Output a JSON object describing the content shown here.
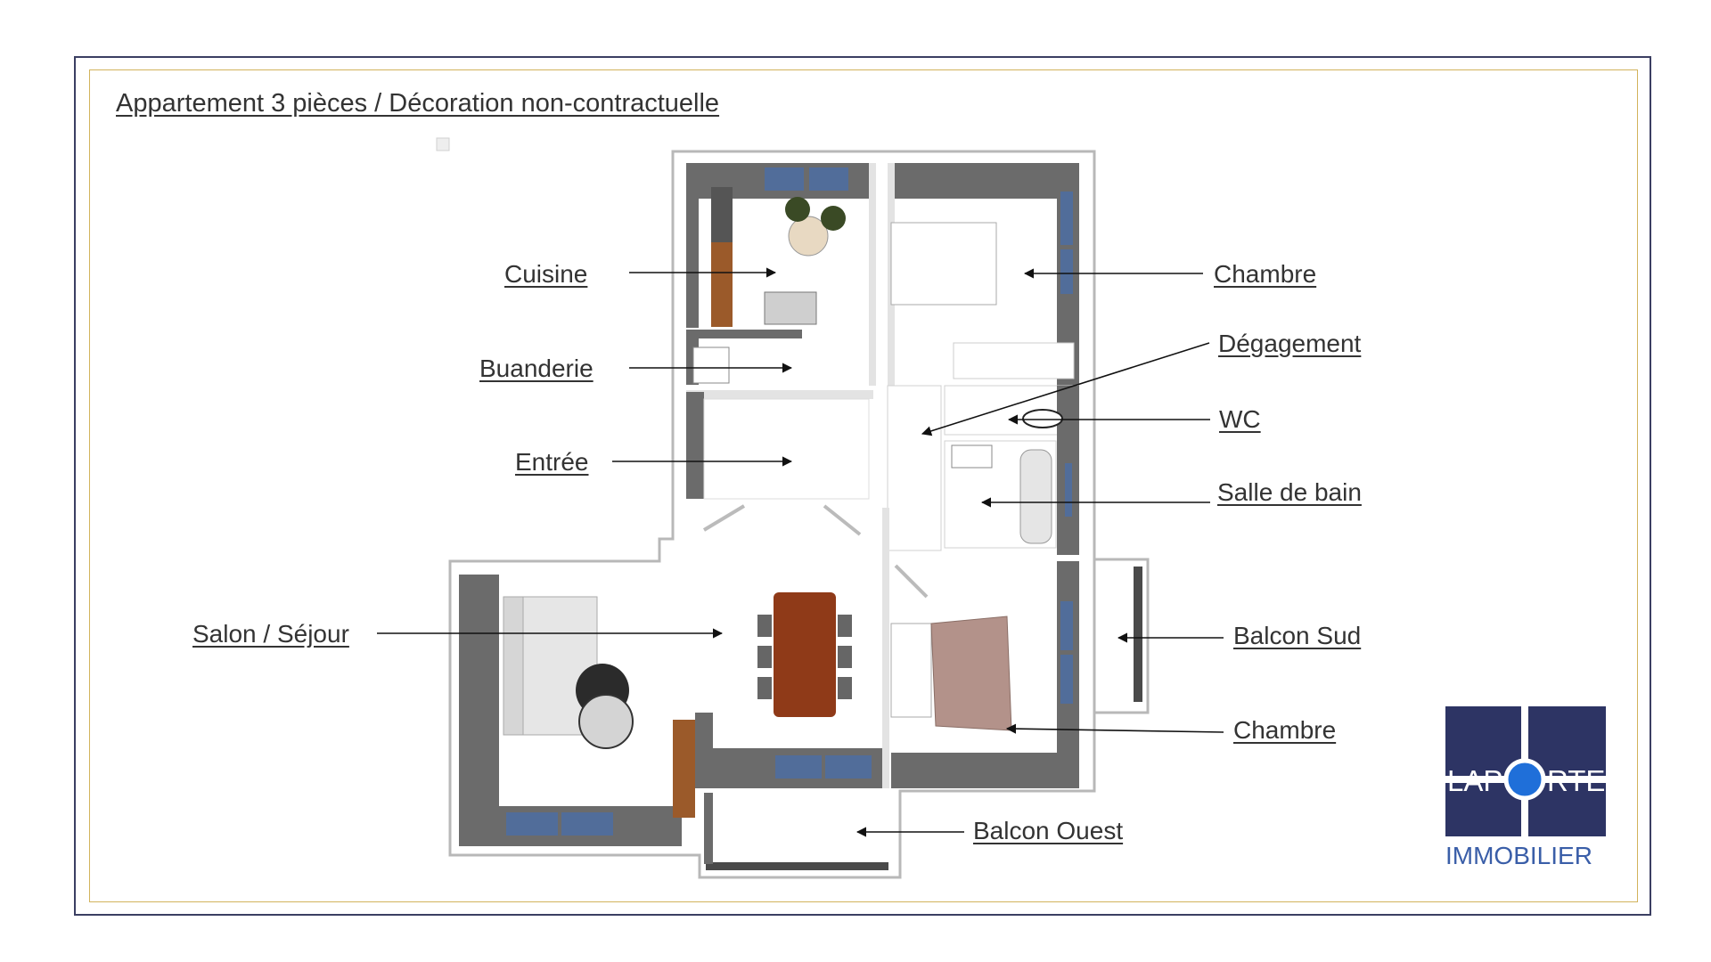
{
  "title": "Appartement 3 pièces / Décoration non-contractuelle",
  "rooms": {
    "cuisine": "Cuisine",
    "buanderie": "Buanderie",
    "entree": "Entrée",
    "salon": "Salon / Séjour",
    "chambre_1": "Chambre",
    "degagement": "Dégagement",
    "wc": "WC",
    "salle_de_bain": "Salle de bain",
    "balcon_sud": "Balcon Sud",
    "chambre_2": "Chambre",
    "balcon_ouest": "Balcon Ouest"
  },
  "logo": {
    "brand_left": "LAP",
    "brand_right": "RTE",
    "subtitle": "IMMOBILIER",
    "colors": {
      "navy": "#2d3464",
      "blue": "#1f6fd9",
      "subtitle": "#3a5ea8"
    }
  },
  "colors": {
    "frame": "#3b3f62",
    "inner_frame": "#d2b35c",
    "wall": "#6b6b6b",
    "text": "#333333"
  }
}
